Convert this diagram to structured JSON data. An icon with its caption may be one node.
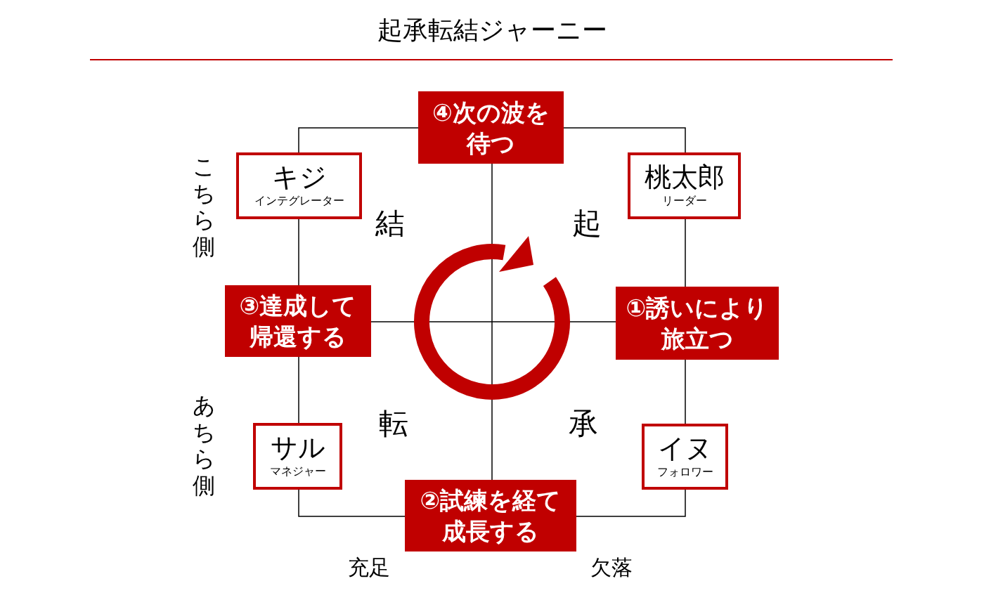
{
  "diagram": {
    "title": "起承転結ジャーニー",
    "nodes": [
      {
        "text": [
          "④次の波を待つ"
        ]
      },
      {
        "text": [
          "キジ",
          "インテグレーター"
        ]
      },
      {
        "text": [
          "桃太郎",
          "リーダー"
        ]
      },
      {
        "text": [
          "③達成して帰還する"
        ]
      },
      {
        "text": [
          "①誘いにより旅立つ"
        ]
      },
      {
        "text": [
          "サル",
          "マネジャー"
        ]
      },
      {
        "text": [
          "イヌ",
          "フォロワー"
        ]
      },
      {
        "text": [
          "②試練を経て成長する"
        ]
      }
    ],
    "labels": [
      "こちら側",
      "結",
      "起",
      "あちら側",
      "転",
      "承",
      "充足",
      "欠落"
    ]
  }
}
